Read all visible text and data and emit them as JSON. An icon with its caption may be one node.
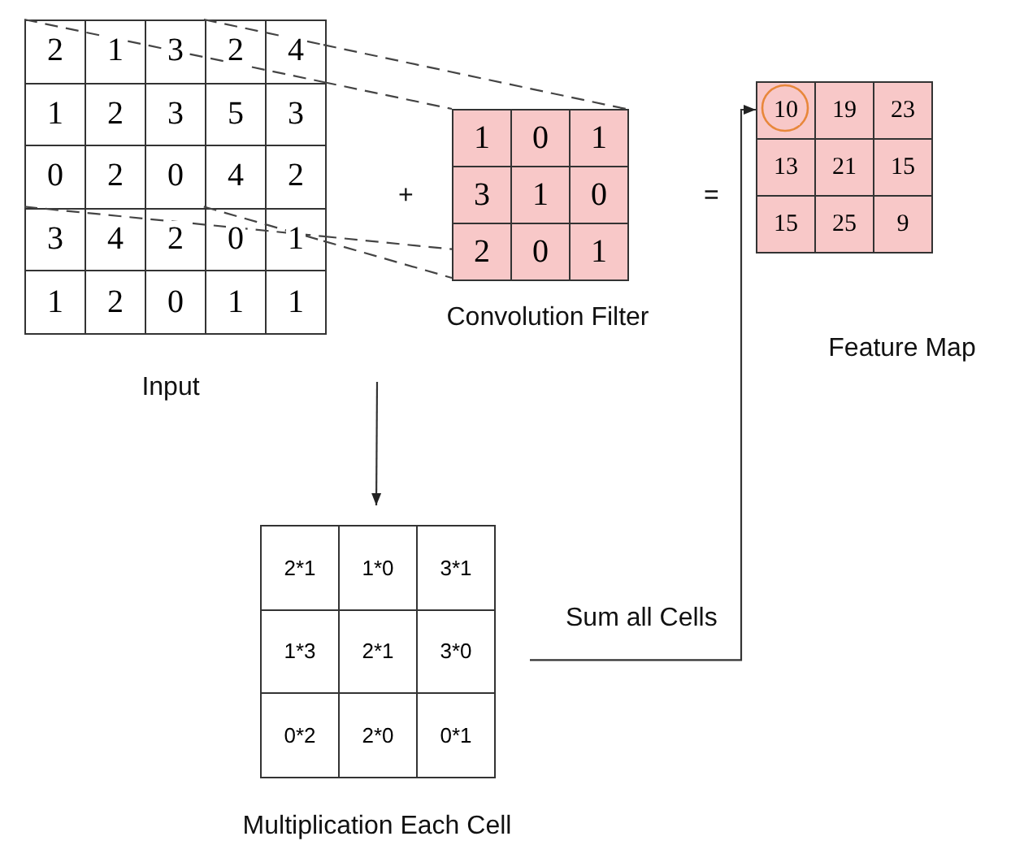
{
  "diagram": {
    "nodes": [
      {
        "text": [
          "Input"
        ]
      },
      {
        "text": [
          "2"
        ],
        "in": 0
      },
      {
        "text": [
          "1"
        ],
        "in": 0
      },
      {
        "text": [
          "3"
        ],
        "in": 0
      },
      {
        "text": [
          "2"
        ],
        "in": 0
      },
      {
        "text": [
          "4"
        ],
        "in": 0
      },
      {
        "text": [
          "1"
        ],
        "in": 0
      },
      {
        "text": [
          "2"
        ],
        "in": 0
      },
      {
        "text": [
          "3"
        ],
        "in": 0
      },
      {
        "text": [
          "5"
        ],
        "in": 0
      },
      {
        "text": [
          "3"
        ],
        "in": 0
      },
      {
        "text": [
          "0"
        ],
        "in": 0
      },
      {
        "text": [
          "2"
        ],
        "in": 0
      },
      {
        "text": [
          "0"
        ],
        "in": 0
      },
      {
        "text": [
          "4"
        ],
        "in": 0
      },
      {
        "text": [
          "2"
        ],
        "in": 0
      },
      {
        "text": [
          "3"
        ],
        "in": 0
      },
      {
        "text": [
          "4"
        ],
        "in": 0
      },
      {
        "text": [
          "2"
        ],
        "in": 0
      },
      {
        "text": [
          "0"
        ],
        "in": 0
      },
      {
        "text": [
          "1"
        ],
        "in": 0
      },
      {
        "text": [
          "1"
        ],
        "in": 0
      },
      {
        "text": [
          "2"
        ],
        "in": 0
      },
      {
        "text": [
          "0"
        ],
        "in": 0
      },
      {
        "text": [
          "1"
        ],
        "in": 0
      },
      {
        "text": [
          "1"
        ],
        "in": 0
      },
      {
        "text": [
          "Convolution Filter"
        ]
      },
      {
        "text": [
          "1"
        ],
        "in": 26
      },
      {
        "text": [
          "0"
        ],
        "in": 26
      },
      {
        "text": [
          "1"
        ],
        "in": 26
      },
      {
        "text": [
          "3"
        ],
        "in": 26
      },
      {
        "text": [
          "1"
        ],
        "in": 26
      },
      {
        "text": [
          "0"
        ],
        "in": 26
      },
      {
        "text": [
          "2"
        ],
        "in": 26
      },
      {
        "text": [
          "0"
        ],
        "in": 26
      },
      {
        "text": [
          "1"
        ],
        "in": 26
      },
      {
        "text": [
          "Feature Map"
        ]
      },
      {
        "text": [
          "10"
        ],
        "in": 36
      },
      {
        "text": [
          "19"
        ],
        "in": 36
      },
      {
        "text": [
          "23"
        ],
        "in": 36
      },
      {
        "text": [
          "13"
        ],
        "in": 36
      },
      {
        "text": [
          "21"
        ],
        "in": 36
      },
      {
        "text": [
          "15"
        ],
        "in": 36
      },
      {
        "text": [
          "15"
        ],
        "in": 36
      },
      {
        "text": [
          "25"
        ],
        "in": 36
      },
      {
        "text": [
          "9"
        ],
        "in": 36
      },
      {
        "text": [
          "Multiplication Each Cell"
        ]
      },
      {
        "text": [
          "2*1"
        ],
        "in": 46
      },
      {
        "text": [
          "1*0"
        ],
        "in": 46
      },
      {
        "text": [
          "3*1"
        ],
        "in": 46
      },
      {
        "text": [
          "1*3"
        ],
        "in": 46
      },
      {
        "text": [
          "2*1"
        ],
        "in": 46
      },
      {
        "text": [
          "3*0"
        ],
        "in": 46
      },
      {
        "text": [
          "0*2"
        ],
        "in": 46
      },
      {
        "text": [
          "2*0"
        ],
        "in": 46
      },
      {
        "text": [
          "0*1"
        ],
        "in": 46
      }
    ],
    "edges": [
      {
        "from": 0,
        "to": 26,
        "arrow": "none",
        "style": "dashed"
      },
      {
        "from": 0,
        "to": 26,
        "arrow": "none",
        "style": "dashed"
      },
      {
        "from": 0,
        "to": 26,
        "arrow": "none",
        "style": "dashed"
      },
      {
        "from": 0,
        "to": 26,
        "arrow": "none",
        "style": "dashed"
      },
      {
        "from": null,
        "to": 46,
        "arrow": "to"
      },
      {
        "from": 46,
        "to": 37,
        "arrow": "to",
        "label": "Sum all Cells"
      }
    ],
    "labels": [
      "+",
      "="
    ]
  }
}
